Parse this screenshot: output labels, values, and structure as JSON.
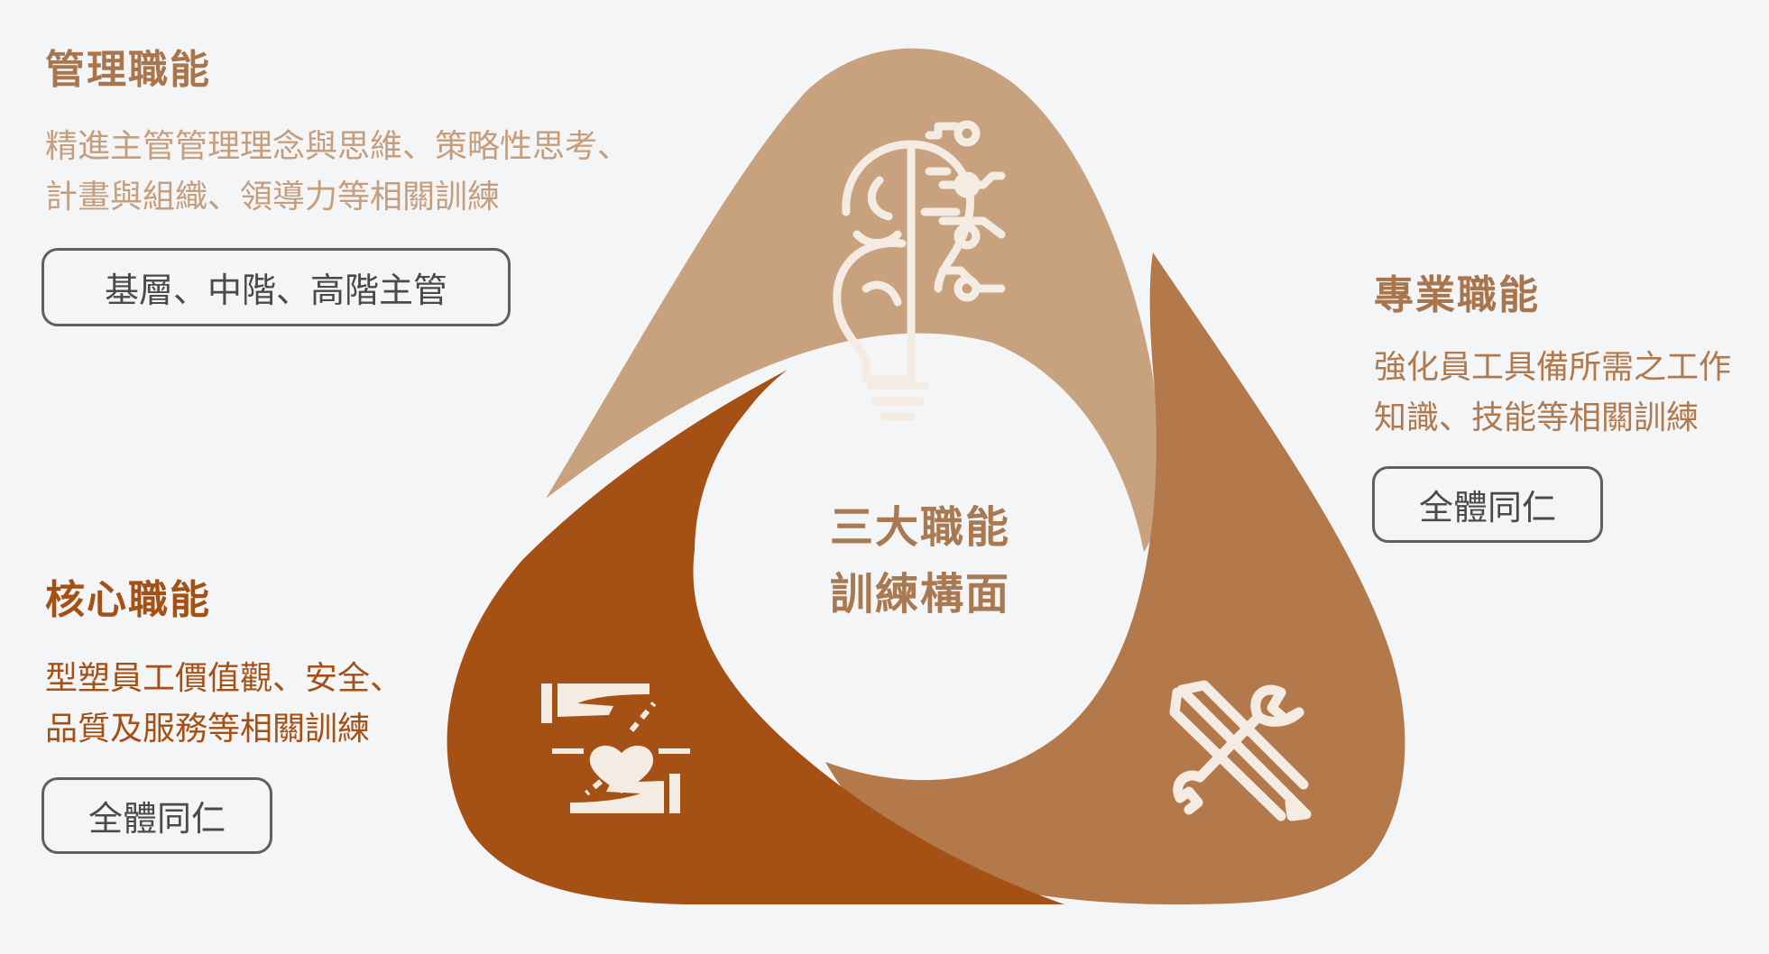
{
  "colors": {
    "background": "#f4f5f7",
    "management_segment": "#c8a17e",
    "professional_segment": "#b3794a",
    "core_segment": "#a55014",
    "management_title": "#a9754d",
    "management_desc": "#c59f7d",
    "professional_title": "#a9754d",
    "professional_desc": "#b07a4e",
    "core_title": "#a55014",
    "core_desc": "#a55014",
    "center_text": "#a97a52",
    "icon": "#f4ebe3",
    "pill_border": "#5f5f5f"
  },
  "center": {
    "line1": "三大職能",
    "line2": "訓練構面"
  },
  "management": {
    "title": "管理職能",
    "desc_line1": "精進主管管理理念與思維、策略性思考、",
    "desc_line2": "計畫與組織、領導力等相關訓練",
    "audience": "基層、中階、高階主管",
    "icon": "lightbulb-brain-circuit-icon"
  },
  "professional": {
    "title": "專業職能",
    "desc_line1": "強化員工具備所需之工作",
    "desc_line2": "知識、技能等相關訓練",
    "audience": "全體同仁",
    "icon": "wrench-pencil-icon"
  },
  "core": {
    "title": "核心職能",
    "desc_line1": "型塑員工價值觀、安全、",
    "desc_line2": "品質及服務等相關訓練",
    "audience": "全體同仁",
    "icon": "hands-heart-icon"
  }
}
